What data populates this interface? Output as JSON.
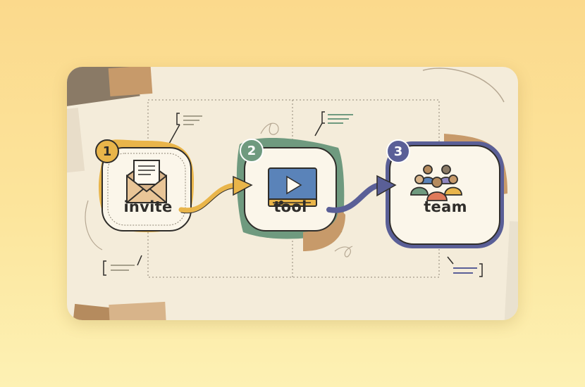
{
  "steps": [
    {
      "number": "1",
      "label": "invite",
      "icon": "envelope-icon",
      "color": "#e9b54a"
    },
    {
      "number": "2",
      "label": "tool",
      "icon": "video-player-icon",
      "color": "#6f9a7f"
    },
    {
      "number": "3",
      "label": "team",
      "icon": "team-people-icon",
      "color": "#5a5f97"
    }
  ],
  "colors": {
    "background": "#fbd98c",
    "card": "#f4ecda",
    "arrow_1": "#e9b54a",
    "arrow_2": "#5a5f97",
    "outline": "#2f2d2a"
  }
}
